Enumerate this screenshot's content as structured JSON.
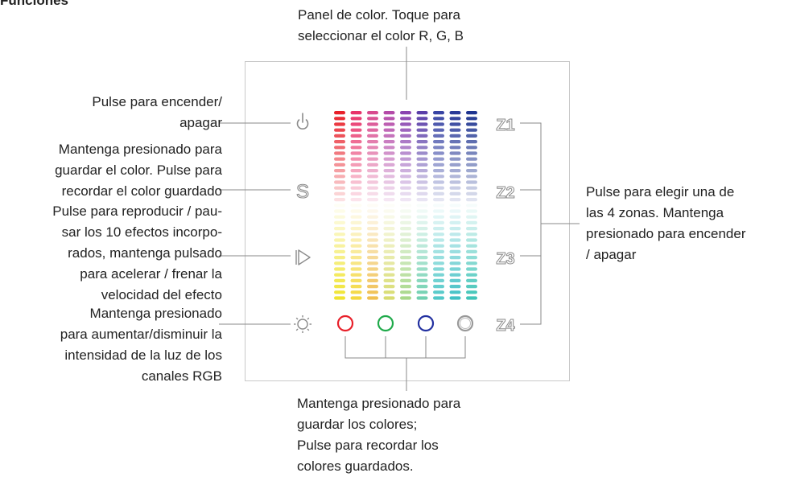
{
  "heading": "Funciones",
  "annotations": {
    "color_panel": [
      "Panel de color. Toque para",
      "seleccionar el color R, G, B"
    ],
    "power": [
      "Pulse para encender/",
      "apagar"
    ],
    "save": [
      "Mantenga presionado para",
      "guardar el color. Pulse para",
      "recordar el color guardado"
    ],
    "play": [
      "Pulse para reproducir / pau-",
      "sar los 10 efectos incorpo-",
      "rados, mantenga pulsado",
      "para acelerar / frenar la",
      "velocidad del efecto"
    ],
    "brightness": [
      "Mantenga presionado",
      "para aumentar/disminuir la",
      "intensidad de la luz de los",
      "canales RGB"
    ],
    "zones": [
      "Pulse para elegir una de",
      "las 4 zonas. Mantenga",
      "presionado para encender",
      "/ apagar"
    ],
    "color_buttons": [
      "Mantenga presionado para",
      "guardar los colores;",
      "Pulse para recordar los",
      "colores guardados."
    ]
  },
  "panel": {
    "zone_labels": [
      "Z1",
      "Z2",
      "Z3",
      "Z4"
    ],
    "button_icons": [
      "power-icon",
      "s-icon",
      "play-icon",
      "brightness-icon"
    ],
    "color_buttons": [
      {
        "name": "red",
        "color": "#e8202a"
      },
      {
        "name": "green",
        "color": "#1faa4a"
      },
      {
        "name": "blue",
        "color": "#2230a0"
      },
      {
        "name": "white",
        "color": "#999999"
      }
    ],
    "gradient_colors": [
      "#e8202a",
      "#e8336a",
      "#d84a8e",
      "#b44aa8",
      "#8a44b0",
      "#5a3ea8",
      "#3844a4",
      "#2a3a98",
      "#1e3490"
    ],
    "bottom_colors": [
      "#f0e430",
      "#f4d840",
      "#f0c050",
      "#d8dc70",
      "#a8d88a",
      "#70d0b0",
      "#50c8c8",
      "#40c0c4",
      "#40c4b8"
    ]
  }
}
